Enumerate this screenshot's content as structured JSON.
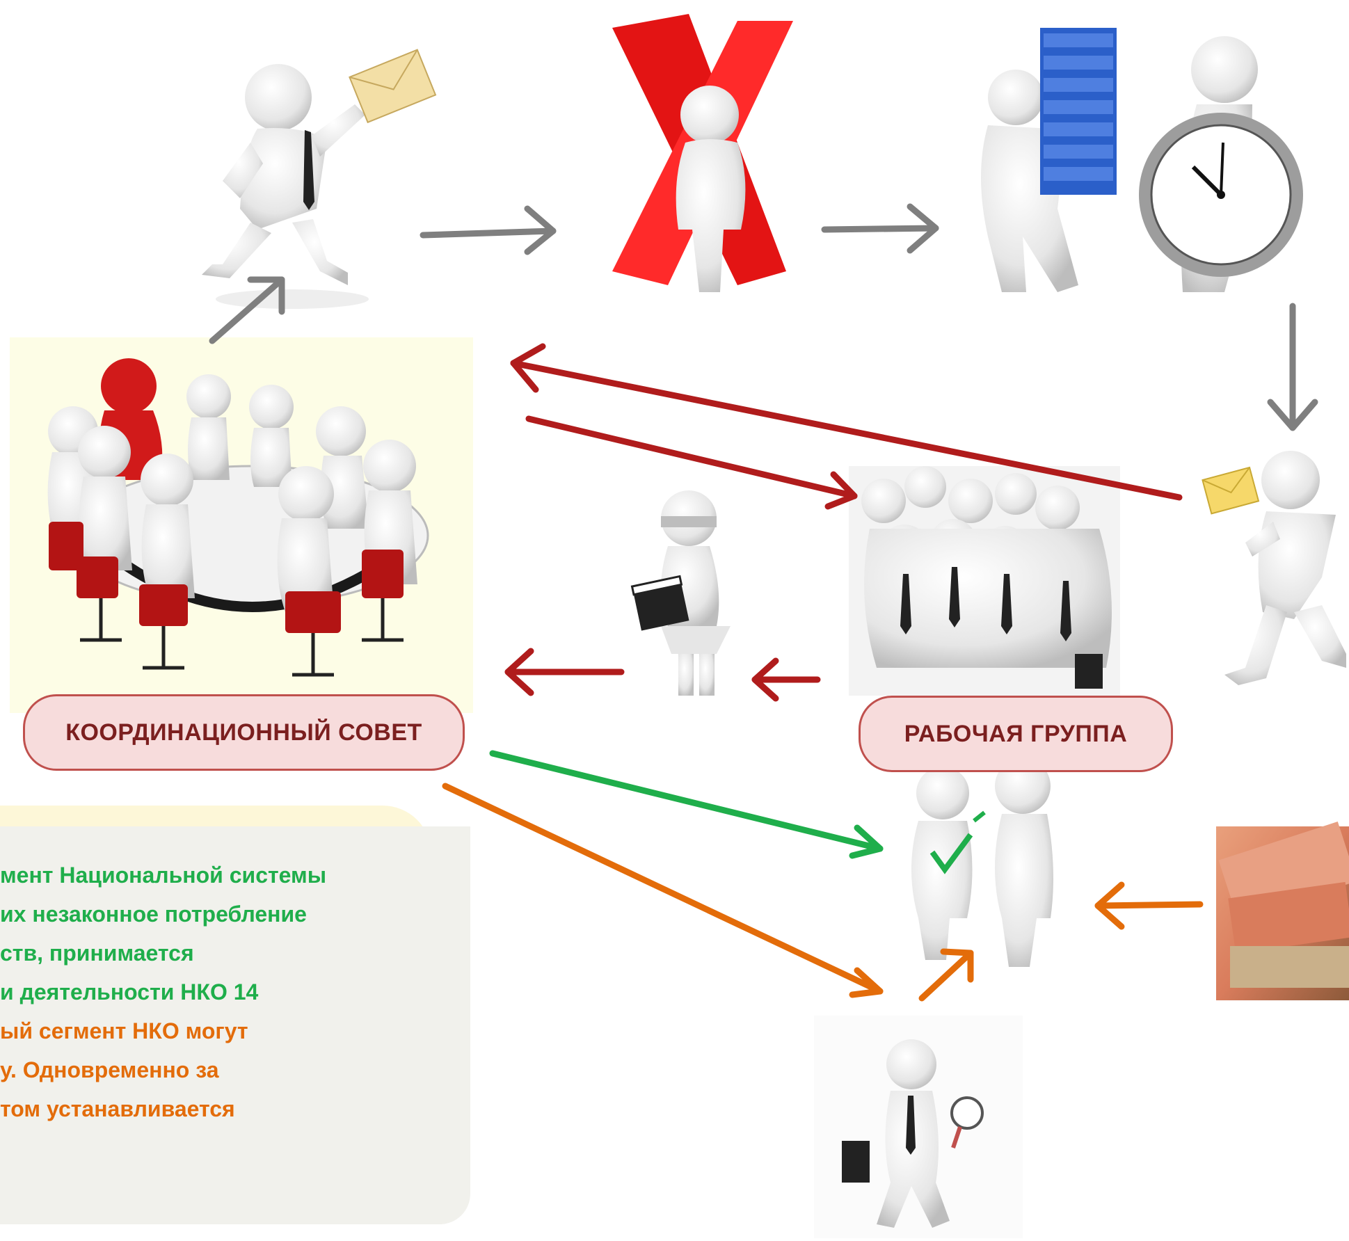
{
  "labels": {
    "council": "КООРДИНАЦИОННЫЙ СОВЕТ",
    "working_group": "РАБОЧАЯ ГРУППА"
  },
  "note": {
    "lines": [
      {
        "text": "мент Национальной системы",
        "color": "#1fae4b"
      },
      {
        "text": "их незаконное потребление",
        "color": "#1fae4b"
      },
      {
        "text": "ств,  принимается",
        "color": "#1fae4b"
      },
      {
        "text": "и деятельности НКО 14",
        "color": "#1fae4b"
      },
      {
        "text": "ый сегмент НКО могут",
        "color": "#e36c0a"
      },
      {
        "text": "у. Одновременно  за",
        "color": "#e36c0a"
      },
      {
        "text": "том  устанавливается",
        "color": "#e36c0a"
      }
    ]
  },
  "colors": {
    "grey_arrow": "#7f7f7f",
    "red_arrow": "#b01c1c",
    "green_arrow": "#1fae4b",
    "orange_arrow": "#e36c0a",
    "pill_fill": "#f7dcdc",
    "pill_border": "#c0504d"
  },
  "icons": [
    "runner-with-envelope-icon",
    "red-cross-figure-icon",
    "figure-carrying-folders-icon",
    "figure-with-clock-icon",
    "runner-with-envelope-right-icon",
    "meeting-table-icon",
    "working-group-huddle-icon",
    "figure-with-clapperboard-icon",
    "two-figures-checkmark-icon",
    "inspector-with-magnifier-icon",
    "banknotes-icon"
  ]
}
